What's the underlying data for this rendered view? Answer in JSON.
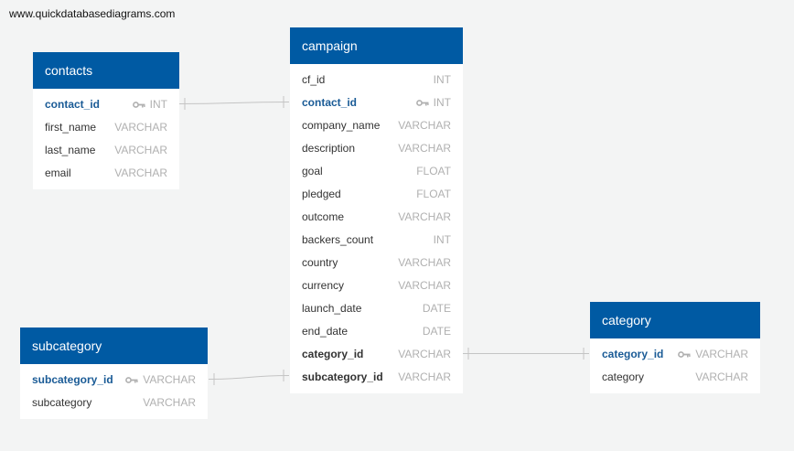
{
  "watermark": "www.quickdatabasediagrams.com",
  "colors": {
    "header": "#005aa3",
    "primary_key": "#1a5b96",
    "type": "#b0b0b0",
    "connector": "#c4c4c4",
    "background": "#f3f4f4"
  },
  "entities": {
    "contacts": {
      "title": "contacts",
      "fields": [
        {
          "name": "contact_id",
          "type": "INT",
          "key": "pk"
        },
        {
          "name": "first_name",
          "type": "VARCHAR"
        },
        {
          "name": "last_name",
          "type": "VARCHAR"
        },
        {
          "name": "email",
          "type": "VARCHAR"
        }
      ]
    },
    "campaign": {
      "title": "campaign",
      "fields": [
        {
          "name": "cf_id",
          "type": "INT"
        },
        {
          "name": "contact_id",
          "type": "INT",
          "key": "pk"
        },
        {
          "name": "company_name",
          "type": "VARCHAR"
        },
        {
          "name": "description",
          "type": "VARCHAR"
        },
        {
          "name": "goal",
          "type": "FLOAT"
        },
        {
          "name": "pledged",
          "type": "FLOAT"
        },
        {
          "name": "outcome",
          "type": "VARCHAR"
        },
        {
          "name": "backers_count",
          "type": "INT"
        },
        {
          "name": "country",
          "type": "VARCHAR"
        },
        {
          "name": "currency",
          "type": "VARCHAR"
        },
        {
          "name": "launch_date",
          "type": "DATE"
        },
        {
          "name": "end_date",
          "type": "DATE"
        },
        {
          "name": "category_id",
          "type": "VARCHAR",
          "key": "fk"
        },
        {
          "name": "subcategory_id",
          "type": "VARCHAR",
          "key": "fk"
        }
      ]
    },
    "subcategory": {
      "title": "subcategory",
      "fields": [
        {
          "name": "subcategory_id",
          "type": "VARCHAR",
          "key": "pk"
        },
        {
          "name": "subcategory",
          "type": "VARCHAR"
        }
      ]
    },
    "category": {
      "title": "category",
      "fields": [
        {
          "name": "category_id",
          "type": "VARCHAR",
          "key": "pk"
        },
        {
          "name": "category",
          "type": "VARCHAR"
        }
      ]
    }
  }
}
